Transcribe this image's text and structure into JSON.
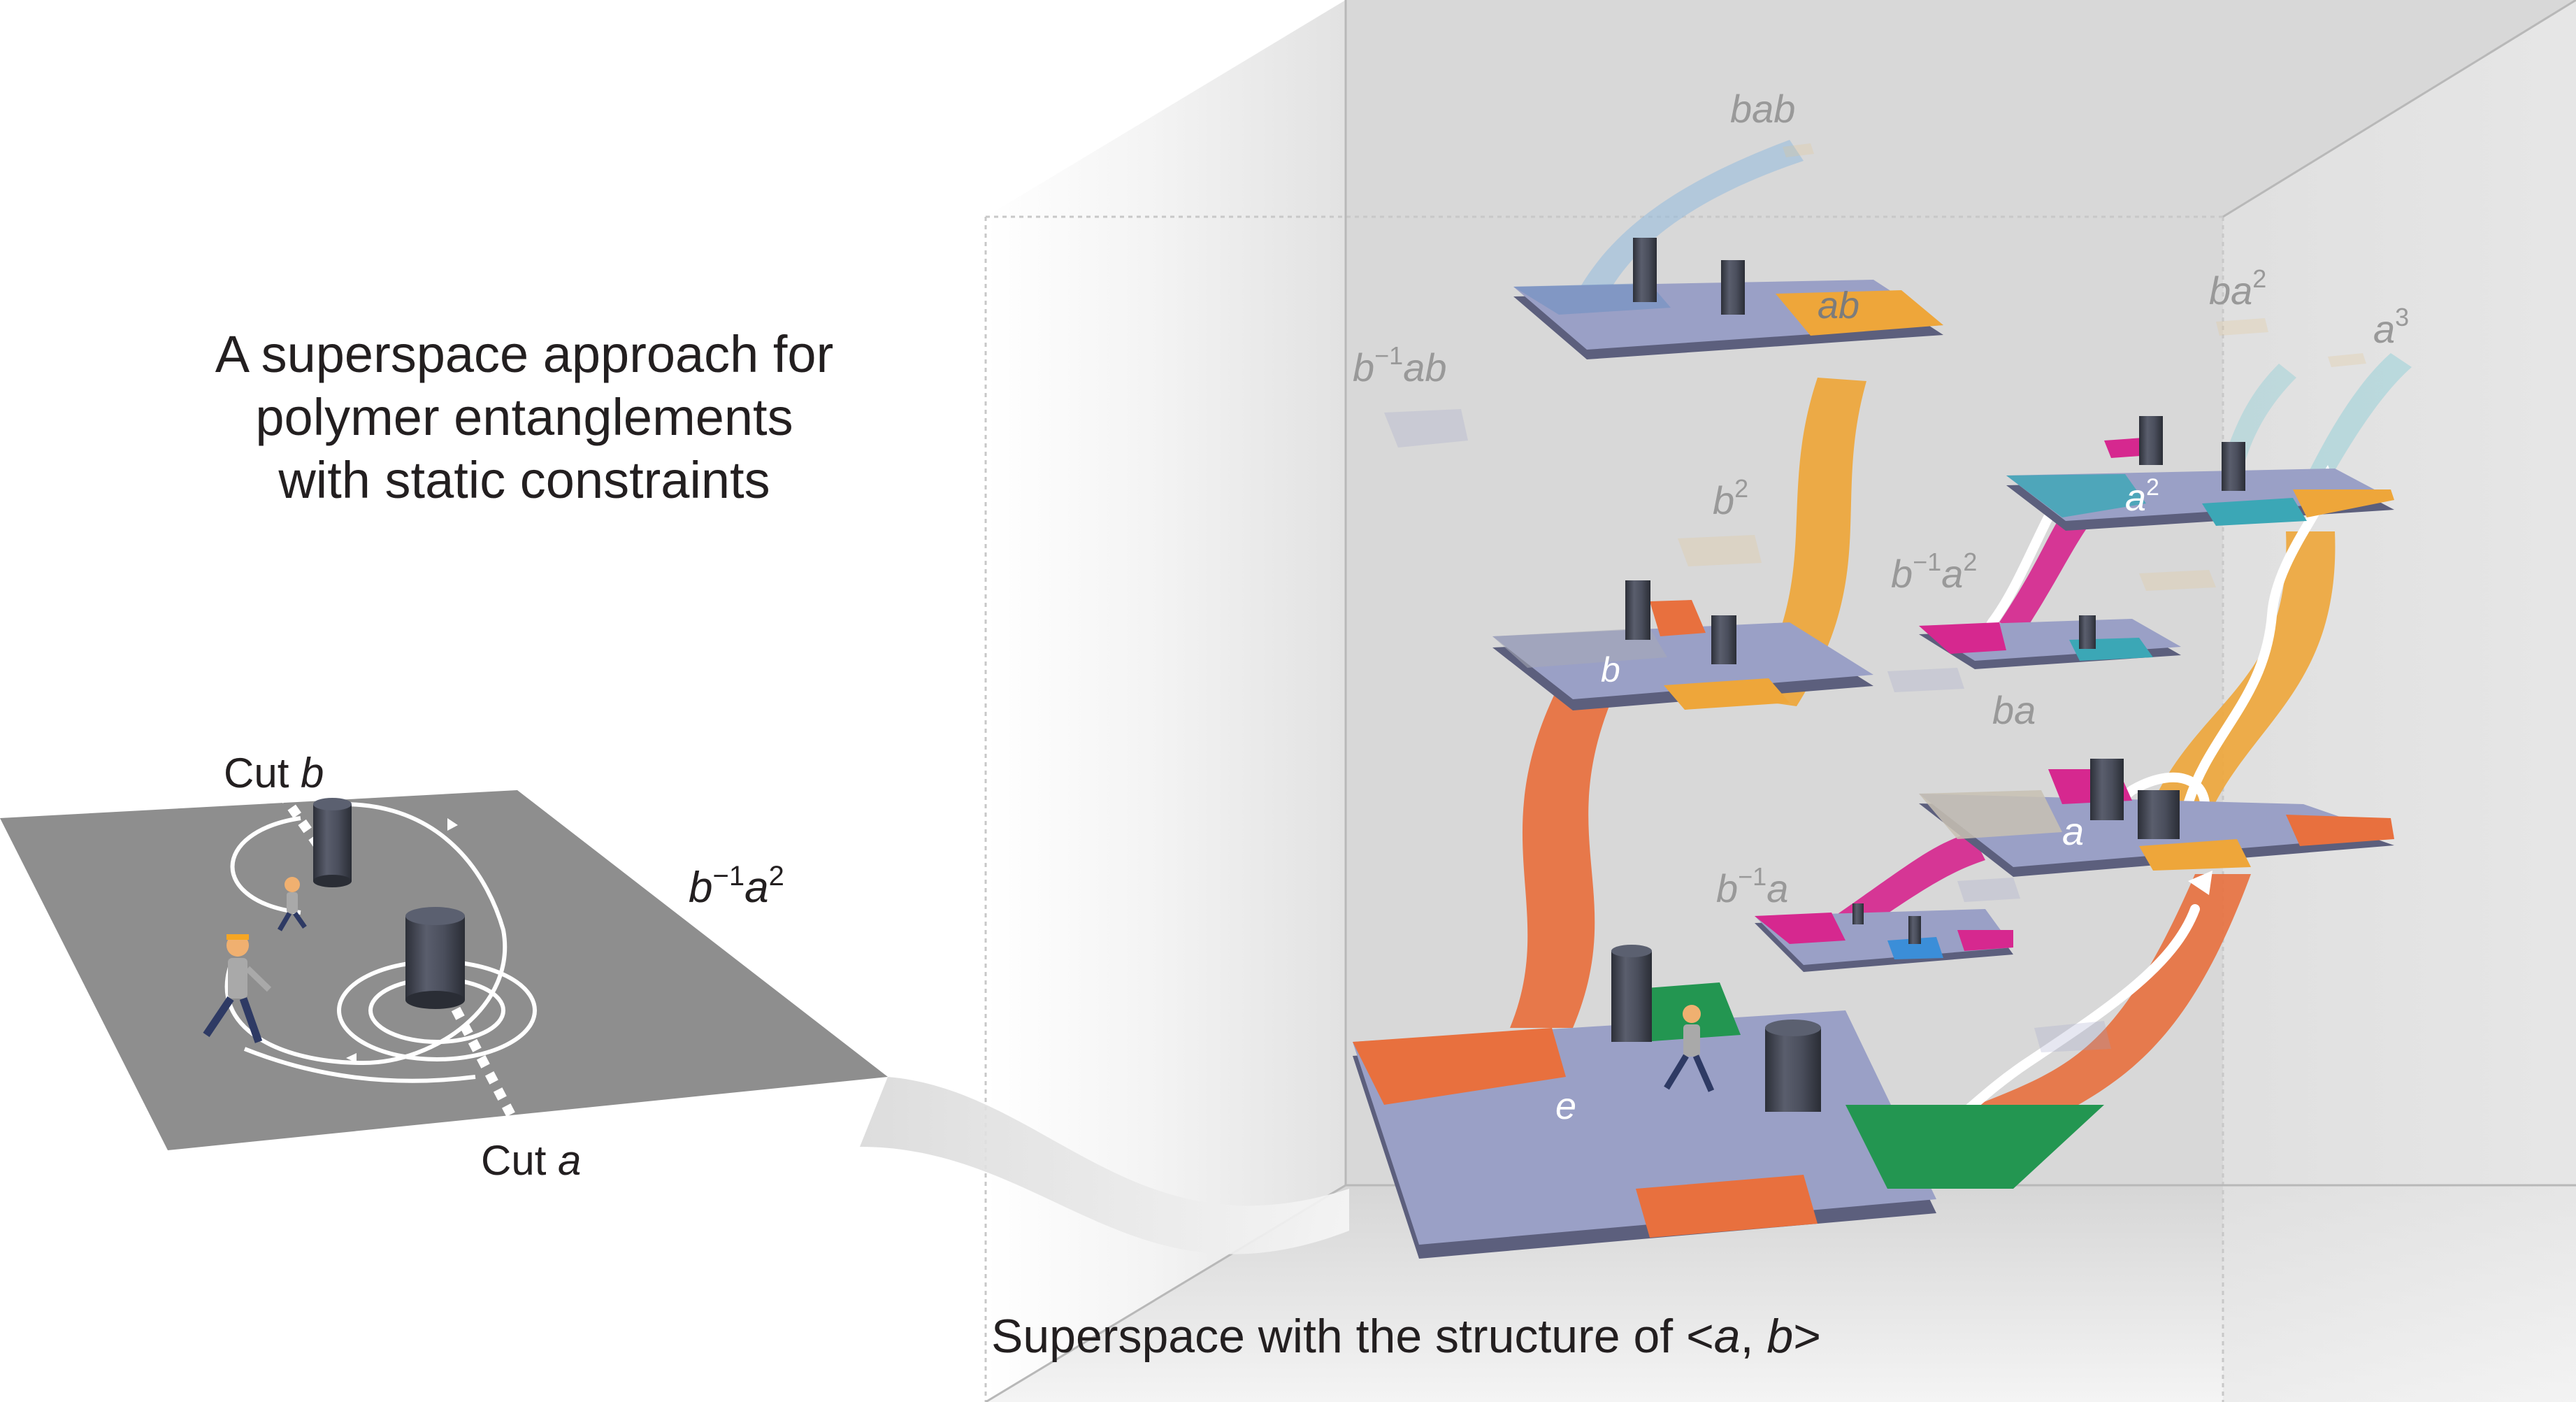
{
  "headline": {
    "lines": [
      "A superspace approach for",
      "polymer entanglements",
      "with static constraints"
    ]
  },
  "footer": {
    "prefix": "Superspace with the structure of <",
    "a": "a",
    "sep": ", ",
    "b": "b",
    "suffix": ">"
  },
  "plane_labels": {
    "cut_b": {
      "text": "Cut ",
      "var": "b"
    },
    "cut_a": {
      "text": "Cut ",
      "var": "a"
    },
    "path": {
      "p1": "b",
      "e1": "−1",
      "p2": "a",
      "e2": "2"
    }
  },
  "nodes": {
    "e": {
      "base": "e"
    },
    "a": {
      "base": "a"
    },
    "b": {
      "base": "b"
    },
    "ab": {
      "base": "ab"
    },
    "a2": {
      "base": "a",
      "sup": "2"
    },
    "b2": {
      "base": "b",
      "sup": "2"
    },
    "ba": {
      "base": "ba"
    },
    "bab": {
      "base": "bab"
    },
    "ba2": {
      "base": "ba",
      "sup": "2"
    },
    "a3": {
      "base": "a",
      "sup": "3"
    },
    "binv_a": {
      "base": "b",
      "sup": "−1",
      "tail": "a"
    },
    "binv_ab": {
      "base": "b",
      "sup": "−1",
      "tail": "ab"
    },
    "binv_a2": {
      "base": "b",
      "sup": "−1",
      "tail": "a",
      "sup2": "2"
    }
  },
  "colors": {
    "tile": "#9aa0c6",
    "tile_side": "#5c5f7d",
    "orange": "#e8703e",
    "amber": "#eea63a",
    "magenta": "#d6288f",
    "teal": "#3ba7b6",
    "green": "#239651",
    "plane": "#8e8e8e",
    "pillar": "#3f4350",
    "faded_label": "#999999",
    "text": "#231f20"
  }
}
